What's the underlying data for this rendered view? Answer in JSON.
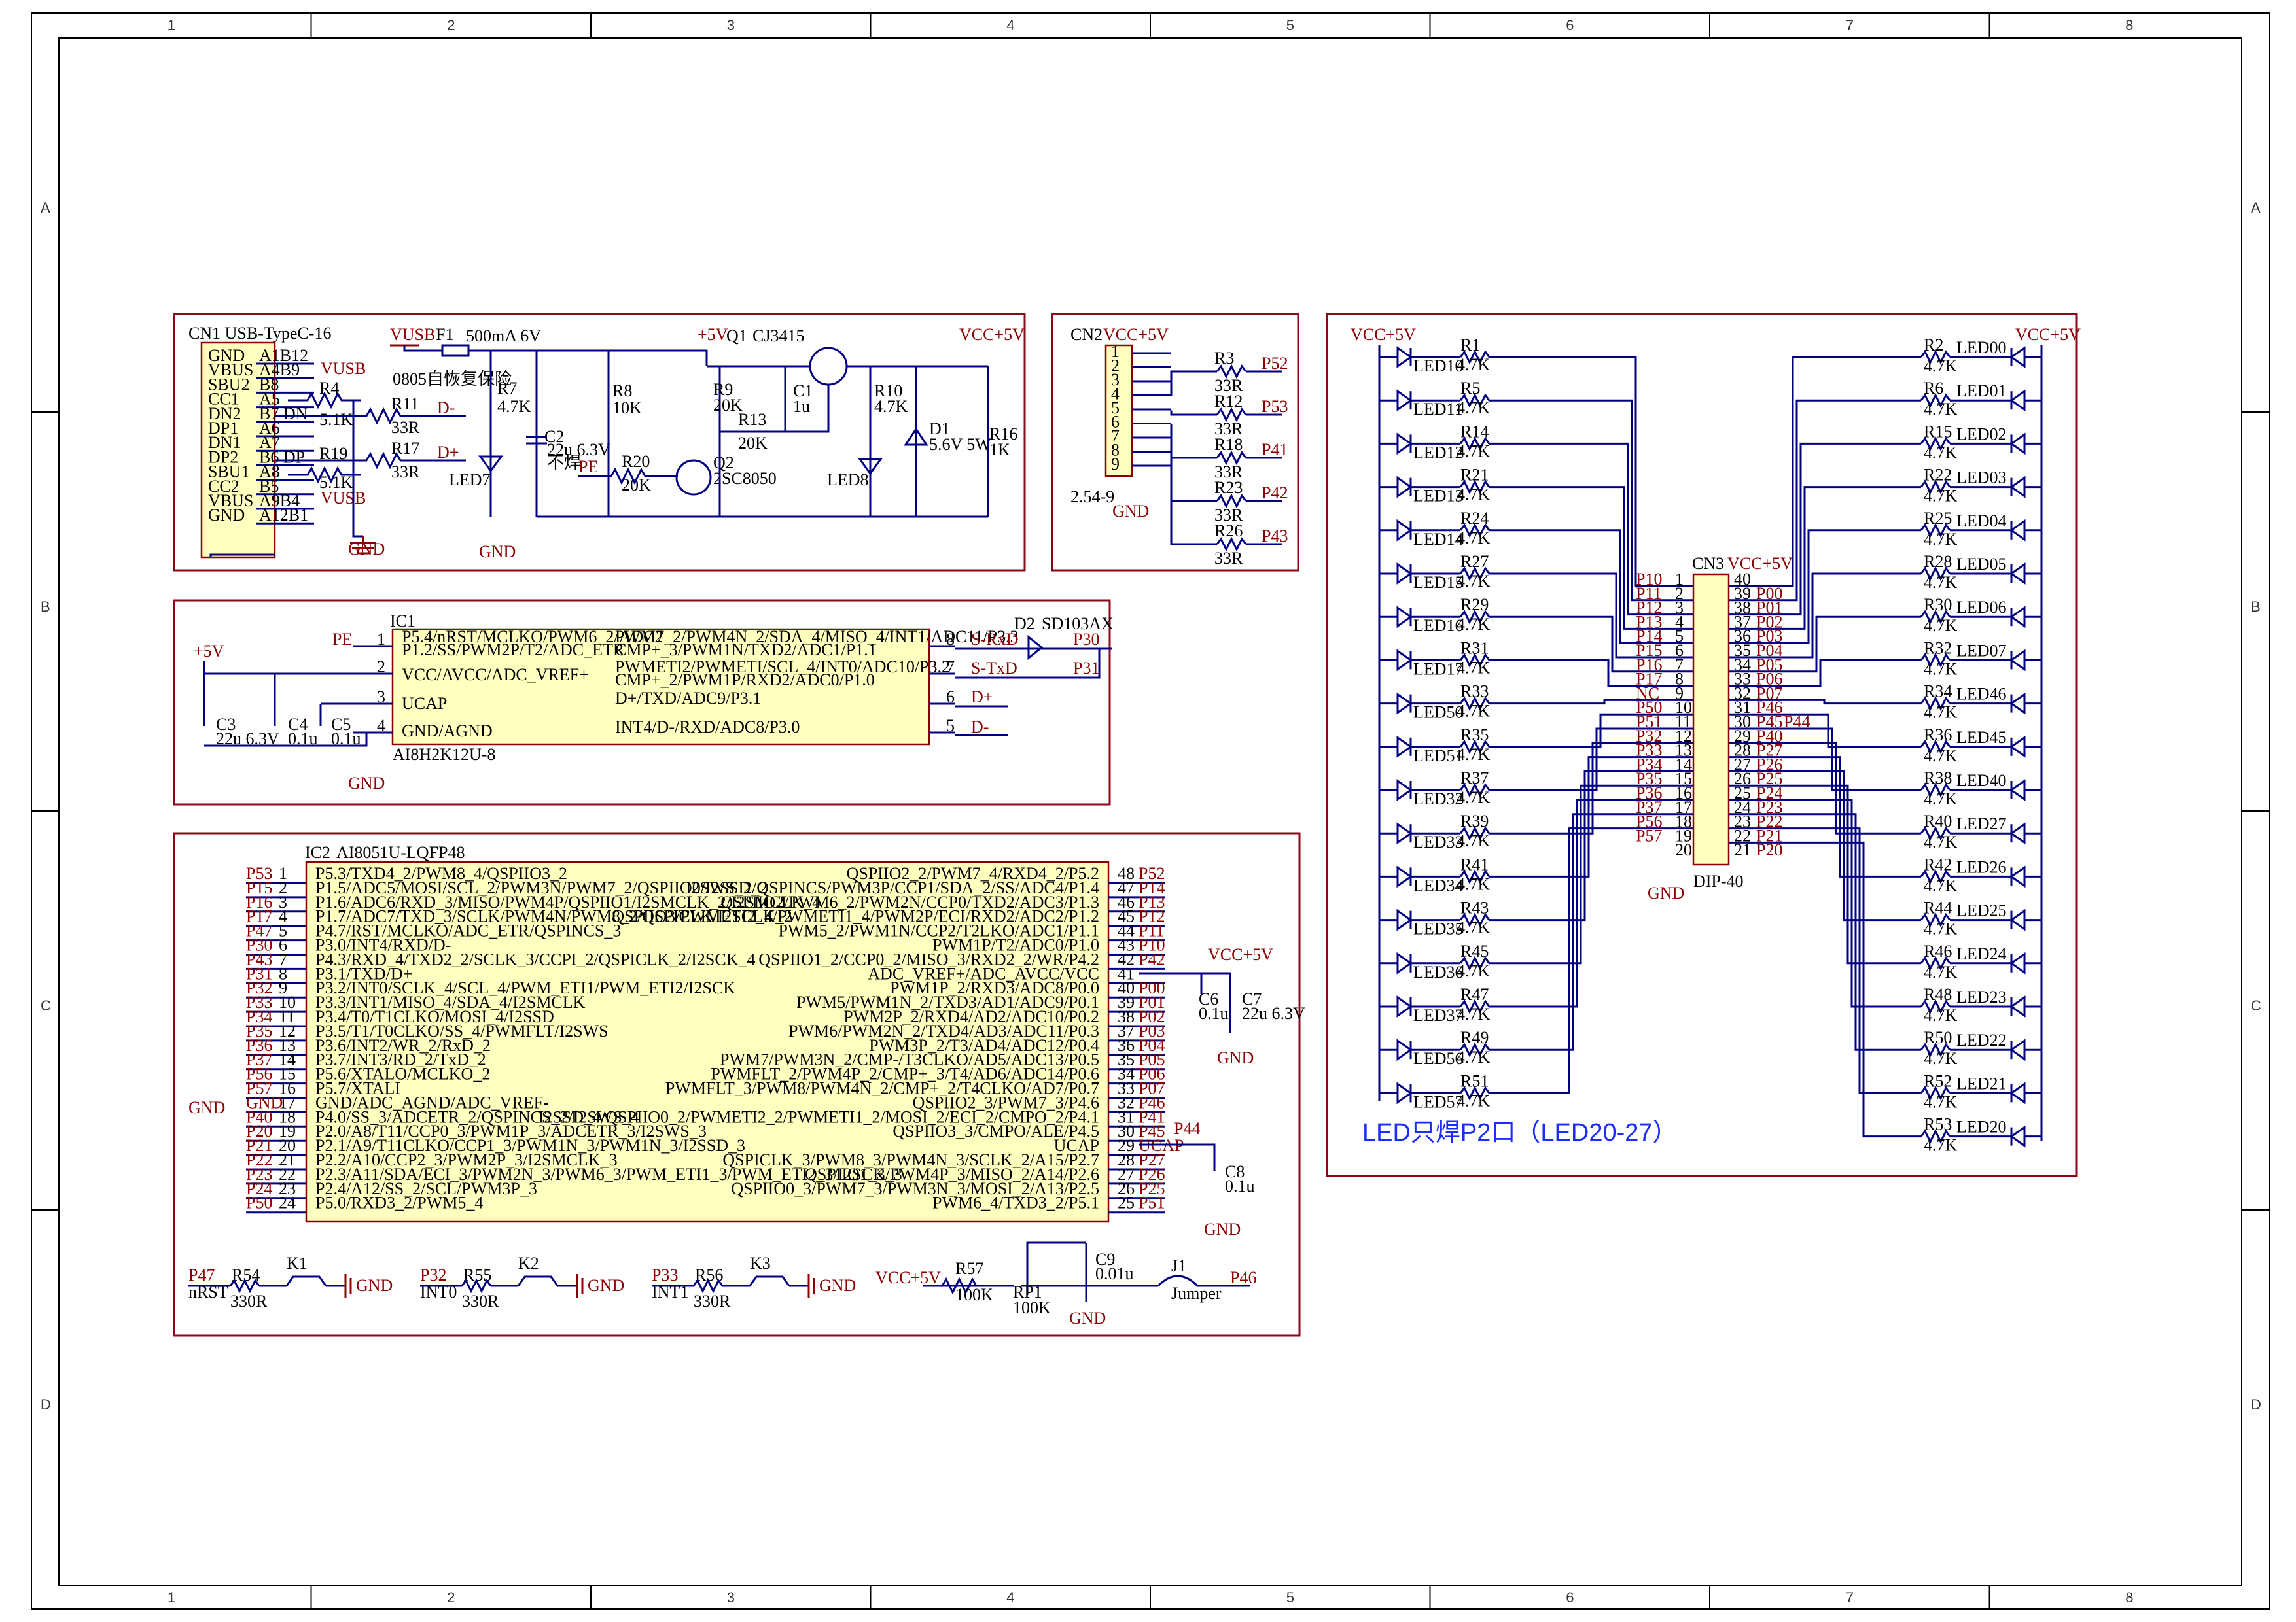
{
  "grid": {
    "cols": [
      "1",
      "2",
      "3",
      "4",
      "5",
      "6",
      "7",
      "8"
    ],
    "rows": [
      "A",
      "B",
      "C",
      "D"
    ]
  },
  "usb": {
    "connector": "CN1 USB-TypeC-16",
    "left_pins": [
      "GND",
      "VBUS",
      "SBU2",
      "CC1",
      "DN2",
      "DP1",
      "DN1",
      "DP2",
      "SBU1",
      "CC2",
      "VBUS",
      "GND"
    ],
    "right_pins": [
      "A1B12",
      "A4B9",
      "B8",
      "A5",
      "B7 DN",
      "A6",
      "A7",
      "B6 DP",
      "A8",
      "B5",
      "A9B4",
      "A12B1"
    ],
    "vusb_flag": "VUSB",
    "r4": [
      "R4",
      "5.1K"
    ],
    "r11": [
      "R11",
      "33R"
    ],
    "r17": [
      "R17",
      "33R"
    ],
    "r19": [
      "R19",
      "5.1K"
    ],
    "dminus": "D-",
    "dplus": "D+",
    "gnd": "GND",
    "vusb": "VUSB",
    "f1": "F1",
    "fuse": "500mA 6V",
    "fuse_note": "0805自恢复保险",
    "r7": [
      "R7",
      "4.7K"
    ],
    "led7": "LED7",
    "c2": [
      "C2",
      "22u 6.3V",
      "不焊"
    ],
    "pe": "PE",
    "r20": [
      "R20",
      "20K"
    ],
    "r8": [
      "R8",
      "10K"
    ],
    "q2": [
      "Q2",
      "2SC8050"
    ],
    "plus5v": "+5V",
    "q1": "Q1",
    "cj": "CJ3415",
    "r9": [
      "R9",
      "20K"
    ],
    "r13": [
      "R13",
      "20K"
    ],
    "c1": [
      "C1",
      "1u"
    ],
    "r10": [
      "R10",
      "4.7K"
    ],
    "led8": "LED8",
    "d1": [
      "D1",
      "5.6V 5W"
    ],
    "vcc": "VCC+5V",
    "r16": [
      "R16",
      "1K"
    ]
  },
  "cn2": {
    "name": "CN2",
    "vcc": "VCC+5V",
    "pins": [
      "1",
      "2",
      "3",
      "4",
      "5",
      "6",
      "7",
      "8",
      "9"
    ],
    "type": "2.54-9",
    "gnd": "GND",
    "resistors": [
      {
        "ref": "R3",
        "val": "33R",
        "net": "P52"
      },
      {
        "ref": "R12",
        "val": "33R",
        "net": "P53"
      },
      {
        "ref": "R18",
        "val": "33R",
        "net": "P41"
      },
      {
        "ref": "R23",
        "val": "33R",
        "net": "P42"
      },
      {
        "ref": "R26",
        "val": "33R",
        "net": "P43"
      }
    ]
  },
  "ic1": {
    "ref": "IC1",
    "part": "AI8H2K12U-8",
    "left": [
      "P5.4/nRST/MCLKO/PWM6_2/ADC2",
      "P1.2/SS/PWM2P/T2/ADC_ETR",
      "VCC/AVCC/ADC_VREF+",
      "UCAP",
      "GND/AGND"
    ],
    "left_nums": [
      "1",
      "2",
      "3",
      "4"
    ],
    "right": [
      "PWM7_2/PWM4N_2/SDA_4/MISO_4/INT1/ADC11/P3.3",
      "CMP+_3/PWM1N/TXD2/ADC1/P1.1",
      "PWMETI2/PWMETI/SCL_4/INT0/ADC10/P3.2",
      "CMP+_2/PWM1P/RXD2/ADC0/P1.0",
      "D+/TXD/ADC9/P3.1",
      "INT4/D-/RXD/ADC8/P3.0"
    ],
    "right_nums": [
      "8",
      "7",
      "6",
      "5"
    ],
    "pe": "PE",
    "plus5v": "+5V",
    "c3": [
      "C3",
      "22u 6.3V"
    ],
    "c4": [
      "C4",
      "0.1u"
    ],
    "c5": [
      "C5",
      "0.1u"
    ],
    "gnd": "GND",
    "d2": "D2",
    "d2part": "SD103AX",
    "srxd": "S-RxD",
    "stxd": "S-TxD",
    "p30": "P30",
    "p31": "P31",
    "dplus": "D+",
    "dminus": "D-"
  },
  "ic2": {
    "ref": "IC2",
    "part": "AI8051U-LQFP48",
    "left_nets": [
      "P53",
      "P15",
      "P16",
      "P17",
      "P47",
      "P30",
      "P43",
      "P31",
      "P32",
      "P33",
      "P34",
      "P35",
      "P36",
      "P37",
      "P56",
      "P57",
      "GND",
      "P40",
      "P20",
      "P21",
      "P22",
      "P23",
      "P24",
      "P50"
    ],
    "left_pins": [
      "P5.3/TXD4_2/PWM8_4/QSPIIO3_2",
      "P1.5/ADC5/MOSI/SCL_2/PWM3N/PWM7_2/QSPIIO0/I2SSD_2",
      "P1.6/ADC6/RXD_3/MISO/PWM4P/QSPIIO1/I2SMCLK_2/I2SMCLK_4",
      "P1.7/ADC7/TXD_3/SCLK/PWM4N/PWM8_2/QSPICLK/I2SCLK_2",
      "P4.7/RST/MCLKO/ADC_ETR/QSPINCS_3",
      "P3.0/INT4/RXD/D-",
      "P4.3/RXD_4/TXD2_2/SCLK_3/CCPI_2/QSPICLK_2/I2SCK_4",
      "P3.1/TXD/D+",
      "P3.2/INT0/SCLK_4/SCL_4/PWM_ETI1/PWM_ETI2/I2SCK",
      "P3.3/INT1/MISO_4/SDA_4/I2SMCLK",
      "P3.4/T0/T1CLKO/MOSI_4/I2SSD",
      "P3.5/T1/T0CLKO/SS_4/PWMFLT/I2SWS",
      "P3.6/INT2/WR_2/RxD_2",
      "P3.7/INT3/RD_2/TxD_2",
      "P5.6/XTALO/MCLKO_2",
      "P5.7/XTALI",
      "GND/ADC_AGND/ADC_VREF-",
      "P4.0/SS_3/ADCETR_2/QSPINCS_2/I2SWS_4",
      "P2.0/A8/T11/CCP0_3/PWM1P_3/ADCETR_3/I2SWS_3",
      "P2.1/A9/T11CLKO/CCP1_3/PWM1N_3/PWM1N_3/I2SSD_3",
      "P2.2/A10/CCP2_3/PWM2P_3/I2SMCLK_3",
      "P2.3/A11/SDA/ECI_3/PWM2N_3/PWM6_3/PWM_ETI1_3/PWM_ETI2_3/I2SCK_3",
      "P2.4/A12/SS_2/SCL/PWM3P_3",
      "P5.0/RXD3_2/PWM5_4"
    ],
    "left_nums": [
      "1",
      "2",
      "3",
      "4",
      "5",
      "6",
      "7",
      "8",
      "9",
      "10",
      "11",
      "12",
      "13",
      "14",
      "15",
      "16",
      "17",
      "18",
      "19",
      "20",
      "21",
      "22",
      "23",
      "24"
    ],
    "right_pins": [
      "QSPIIO2_2/PWM7_4/RXD4_2/P5.2",
      "I2SWS_2/QSPINCS/PWM3P/CCP1/SDA_2/SS/ADC4/P1.4",
      "QSPIIO2/PWM6_2/PWM2N/CCP0/TXD2/ADC3/P1.3",
      "QSPIIO3/PWMETI2_4/PWMETI1_4/PWM2P/ECI/RXD2/ADC2/P1.2",
      "PWM5_2/PWM1N/CCP2/T2LKO/ADC1/P1.1",
      "PWM1P/T2/ADC0/P1.0",
      "QSPIIO1_2/CCP0_2/MISO_3/RXD2_2/WR/P4.2",
      "ADC_VREF+/ADC_AVCC/VCC",
      "PWM1P_2/RXD3/ADC8/P0.0",
      "PWM5/PWM1N_2/TXD3/AD1/ADC9/P0.1",
      "PWM2P_2/RXD4/AD2/ADC10/P0.2",
      "PWM6/PWM2N_2/TXD4/AD3/ADC11/P0.3",
      "PWM3P_2/T3/AD4/ADC12/P0.4",
      "PWM7/PWM3N_2/CMP-/T3CLKO/AD5/ADC13/P0.5",
      "PWMFLT_2/PWM4P_2/CMP+_3/T4/AD6/ADC14/P0.6",
      "PWMFLT_3/PWM8/PWM4N_2/CMP+_2/T4CLKO/AD7/P0.7",
      "QSPIIO2_3/PWM7_3/P4.6",
      "I2SSD_4/QSPIIO0_2/PWMETI2_2/PWMETI1_2/MOSI_2/ECI_2/CMPO_2/P4.1",
      "QSPIIO3_3/CMPO/ALE/P4.5",
      "UCAP",
      "QSPICLK_3/PWM8_3/PWM4N_3/SCLK_2/A15/P2.7",
      "QSPIIO1_3/PWM4P_3/MISO_2/A14/P2.6",
      "QSPIIO0_3/PWM7_3/PWM3N_3/MOSI_2/A13/P2.5",
      "PWM6_4/TXD3_2/P5.1"
    ],
    "right_nums": [
      "48",
      "47",
      "46",
      "45",
      "44",
      "43",
      "42",
      "41",
      "40",
      "39",
      "38",
      "37",
      "36",
      "35",
      "34",
      "33",
      "32",
      "31",
      "30",
      "29",
      "28",
      "27",
      "26",
      "25"
    ],
    "right_nets": [
      "P52",
      "P14",
      "P13",
      "P12",
      "P11",
      "P10",
      "P42",
      "",
      "P00",
      "P01",
      "P02",
      "P03",
      "P04",
      "P05",
      "P06",
      "P07",
      "P46",
      "P41",
      "P45",
      "UCAP",
      "P27",
      "P26",
      "P25",
      "P51"
    ],
    "p44": "P44",
    "vcc": "VCC+5V",
    "c6": [
      "C6",
      "0.1u"
    ],
    "c7": [
      "C7",
      "22u 6.3V"
    ],
    "c8": [
      "C8",
      "0.1u"
    ],
    "gnd": "GND",
    "buttons": [
      {
        "net": "P47",
        "sig": "nRST",
        "r": "R54",
        "rv": "330R",
        "k": "K1"
      },
      {
        "net": "P32",
        "sig": "INT0",
        "r": "R55",
        "rv": "330R",
        "k": "K2"
      },
      {
        "net": "P33",
        "sig": "INT1",
        "r": "R56",
        "rv": "330R",
        "k": "K3"
      }
    ],
    "r57": [
      "R57",
      "100K"
    ],
    "rp1": [
      "RP1",
      "100K"
    ],
    "c9": [
      "C9",
      "0.01u"
    ],
    "j1": [
      "J1",
      "Jumper"
    ],
    "p46": "P46"
  },
  "led": {
    "vcc": "VCC+5V",
    "cn3": "CN3",
    "cn3_vcc": "VCC+5V",
    "cn3_type": "DIP-40",
    "gnd": "GND",
    "p44": "P44",
    "caption": "LED只焊P2口（LED20-27）",
    "left": [
      {
        "led": "LED10",
        "r": "R1",
        "v": "4.7K",
        "net": "P10",
        "pin": "1"
      },
      {
        "led": "LED11",
        "r": "R5",
        "v": "4.7K",
        "net": "P11",
        "pin": "2"
      },
      {
        "led": "LED12",
        "r": "R14",
        "v": "4.7K",
        "net": "P12",
        "pin": "3"
      },
      {
        "led": "LED13",
        "r": "R21",
        "v": "4.7K",
        "net": "P13",
        "pin": "4"
      },
      {
        "led": "LED14",
        "r": "R24",
        "v": "4.7K",
        "net": "P14",
        "pin": "5"
      },
      {
        "led": "LED15",
        "r": "R27",
        "v": "4.7K",
        "net": "P15",
        "pin": "6"
      },
      {
        "led": "LED16",
        "r": "R29",
        "v": "4.7K",
        "net": "P16",
        "pin": "7"
      },
      {
        "led": "LED17",
        "r": "R31",
        "v": "4.7K",
        "net": "P17",
        "pin": "8"
      },
      {
        "led": "LED50",
        "r": "R33",
        "v": "4.7K",
        "net": "NC",
        "pin": "9"
      },
      {
        "led": "LED51",
        "r": "R35",
        "v": "4.7K",
        "net": "P50",
        "pin": "10"
      },
      {
        "led": "LED32",
        "r": "R37",
        "v": "4.7K",
        "net": "P51",
        "pin": "11"
      },
      {
        "led": "LED33",
        "r": "R39",
        "v": "4.7K",
        "net": "P32",
        "pin": "12"
      },
      {
        "led": "LED34",
        "r": "R41",
        "v": "4.7K",
        "net": "P33",
        "pin": "13"
      },
      {
        "led": "LED35",
        "r": "R43",
        "v": "4.7K",
        "net": "P34",
        "pin": "14"
      },
      {
        "led": "LED36",
        "r": "R45",
        "v": "4.7K",
        "net": "P35",
        "pin": "15"
      },
      {
        "led": "LED37",
        "r": "R47",
        "v": "4.7K",
        "net": "P36",
        "pin": "16"
      },
      {
        "led": "LED56",
        "r": "R49",
        "v": "4.7K",
        "net": "P37",
        "pin": "17"
      },
      {
        "led": "LED57",
        "r": "R51",
        "v": "4.7K",
        "net": "P56",
        "pin": "18"
      },
      {
        "led": "",
        "r": "",
        "v": "",
        "net": "P57",
        "pin": "19"
      },
      {
        "led": "",
        "r": "",
        "v": "",
        "net": "",
        "pin": "20"
      }
    ],
    "right": [
      {
        "led": "LED00",
        "r": "R2",
        "v": "4.7K",
        "net": "",
        "pin": "40"
      },
      {
        "led": "LED01",
        "r": "R6",
        "v": "4.7K",
        "net": "P00",
        "pin": "39"
      },
      {
        "led": "LED02",
        "r": "R15",
        "v": "4.7K",
        "net": "P01",
        "pin": "38"
      },
      {
        "led": "LED03",
        "r": "R22",
        "v": "4.7K",
        "net": "P02",
        "pin": "37"
      },
      {
        "led": "LED04",
        "r": "R25",
        "v": "4.7K",
        "net": "P03",
        "pin": "36"
      },
      {
        "led": "LED05",
        "r": "R28",
        "v": "4.7K",
        "net": "P04",
        "pin": "35"
      },
      {
        "led": "LED06",
        "r": "R30",
        "v": "4.7K",
        "net": "P05",
        "pin": "34"
      },
      {
        "led": "LED07",
        "r": "R32",
        "v": "4.7K",
        "net": "P06",
        "pin": "33"
      },
      {
        "led": "LED46",
        "r": "R34",
        "v": "4.7K",
        "net": "P07",
        "pin": "32"
      },
      {
        "led": "LED45",
        "r": "R36",
        "v": "4.7K",
        "net": "P46",
        "pin": "31"
      },
      {
        "led": "LED40",
        "r": "R38",
        "v": "4.7K",
        "net": "P45",
        "pin": "30"
      },
      {
        "led": "LED27",
        "r": "R40",
        "v": "4.7K",
        "net": "P40",
        "pin": "29"
      },
      {
        "led": "LED26",
        "r": "R42",
        "v": "4.7K",
        "net": "P27",
        "pin": "28"
      },
      {
        "led": "LED25",
        "r": "R44",
        "v": "4.7K",
        "net": "P26",
        "pin": "27"
      },
      {
        "led": "LED24",
        "r": "R46",
        "v": "4.7K",
        "net": "P25",
        "pin": "26"
      },
      {
        "led": "LED23",
        "r": "R48",
        "v": "4.7K",
        "net": "P24",
        "pin": "25"
      },
      {
        "led": "LED22",
        "r": "R50",
        "v": "4.7K",
        "net": "P23",
        "pin": "24"
      },
      {
        "led": "LED21",
        "r": "R52",
        "v": "4.7K",
        "net": "P22",
        "pin": "23"
      },
      {
        "led": "LED20",
        "r": "R53",
        "v": "4.7K",
        "net": "P21",
        "pin": "22"
      },
      {
        "led": "",
        "r": "",
        "v": "",
        "net": "P20",
        "pin": "21"
      }
    ]
  }
}
